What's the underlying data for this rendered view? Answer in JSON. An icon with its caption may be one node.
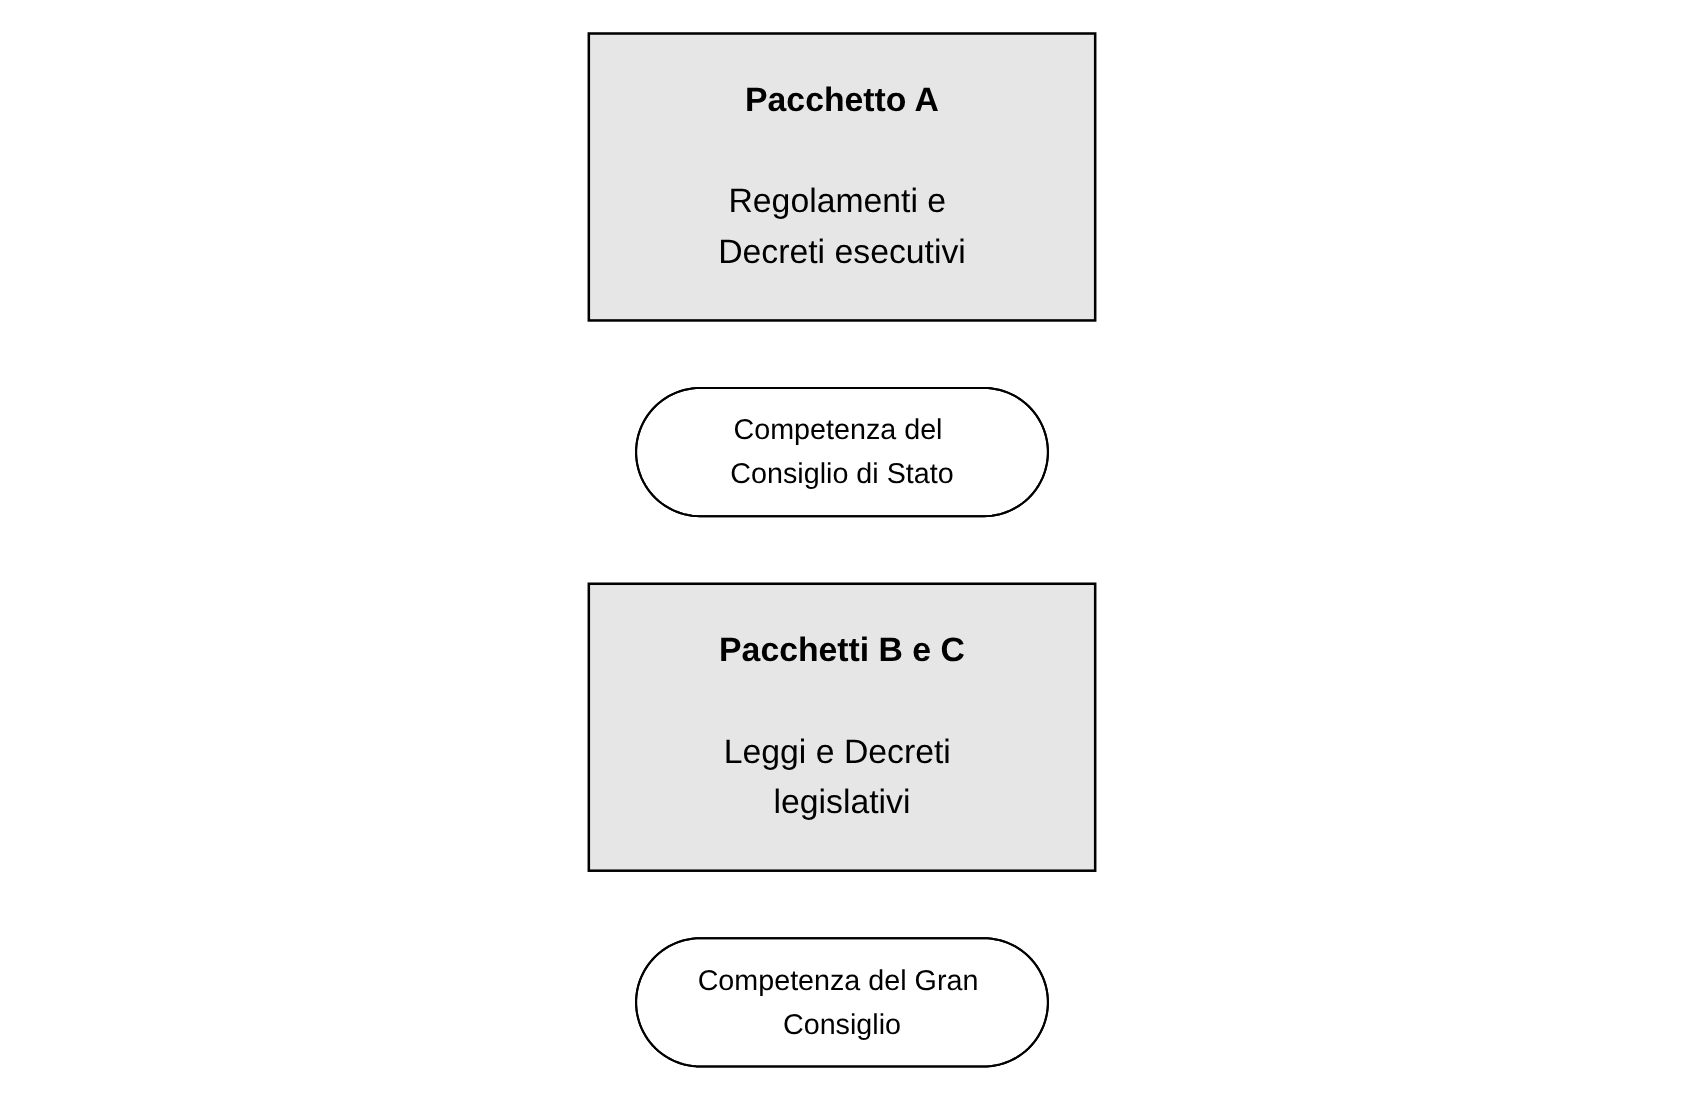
{
  "diagram": {
    "nodes": [
      {
        "text": [
          "Pacchetto A",
          "Regolamenti e Decreti esecutivi"
        ]
      },
      {
        "text": [
          "Competenza del Consiglio di Stato"
        ]
      },
      {
        "text": [
          "Pacchetti B e C",
          "Leggi e Decreti legislativi"
        ]
      },
      {
        "text": [
          "Competenza del Gran Consiglio"
        ]
      }
    ]
  }
}
